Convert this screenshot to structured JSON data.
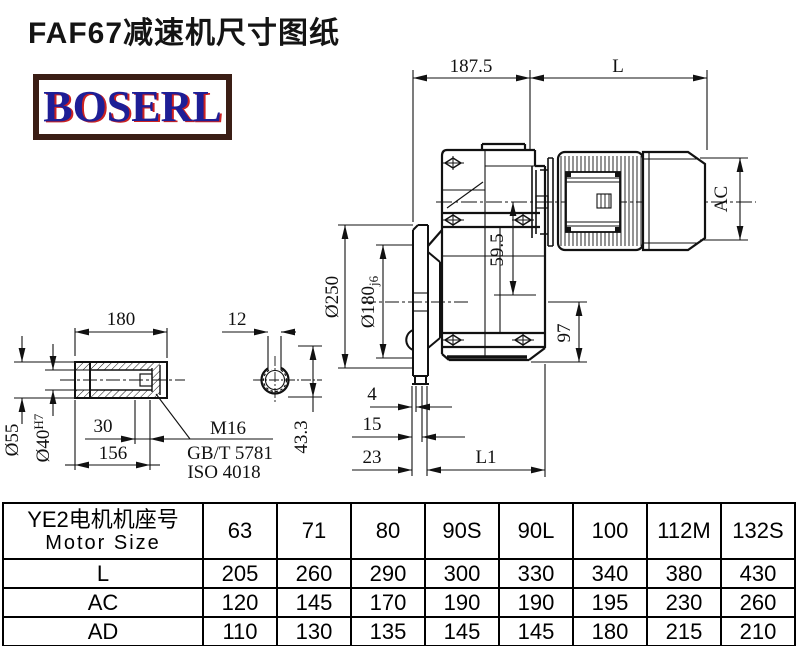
{
  "page": {
    "title": "FAF67减速机尺寸图纸"
  },
  "logo": {
    "text": "BOSERL"
  },
  "colors": {
    "logo_blue": "#1e1e96",
    "logo_red": "#cc2222",
    "logo_border": "#3b1e15",
    "line": "#111111"
  },
  "drawing": {
    "dims": {
      "top_left": "187.5",
      "top_right": "L",
      "motor_diameter": "AC",
      "flange_diameter": "Ø250",
      "spigot_diameter": "Ø180",
      "spigot_tolerance": "j6",
      "axis_drop": "59.5",
      "shaft_height": "97",
      "gap1": "4",
      "gap2": "15",
      "gap3": "23",
      "bottom_length": "L1",
      "shaft_length": "180",
      "key_width": "12",
      "hub_od": "Ø55",
      "bore": "Ø40",
      "bore_tolerance": "H7",
      "thread_depth": "30",
      "bore_depth": "156",
      "thread": "M16",
      "standard1": "GB/T 5781",
      "standard2": "ISO 4018",
      "key_depth": "43.3"
    }
  },
  "table": {
    "header": {
      "line1": "YE2电机机座号",
      "line2": "Motor Size"
    },
    "columns": [
      "63",
      "71",
      "80",
      "90S",
      "90L",
      "100",
      "112M",
      "132S"
    ],
    "rows": [
      {
        "label": "L",
        "values": [
          "205",
          "260",
          "290",
          "300",
          "330",
          "340",
          "380",
          "430"
        ]
      },
      {
        "label": "AC",
        "values": [
          "120",
          "145",
          "170",
          "190",
          "190",
          "195",
          "230",
          "260"
        ]
      },
      {
        "label": "AD",
        "values": [
          "110",
          "130",
          "135",
          "145",
          "145",
          "180",
          "215",
          "210"
        ]
      }
    ]
  }
}
